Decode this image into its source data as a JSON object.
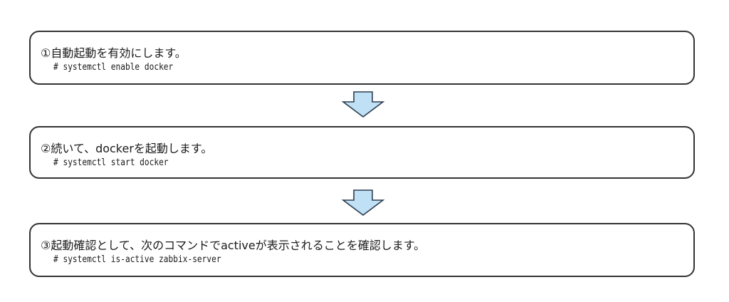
{
  "steps": [
    {
      "text": "①自動起動を有効にします。",
      "command": "# systemctl enable docker"
    },
    {
      "text": "②続いて、dockerを起動します。",
      "command": "# systemctl start docker"
    },
    {
      "text": "③起動確認として、次のコマンドでactiveが表示されることを確認します。",
      "command": "# systemctl is-active zabbix-server"
    }
  ],
  "colors": {
    "arrow_fill": "#bfe0f5",
    "arrow_stroke": "#2e3e4e",
    "box_border": "#333333"
  }
}
